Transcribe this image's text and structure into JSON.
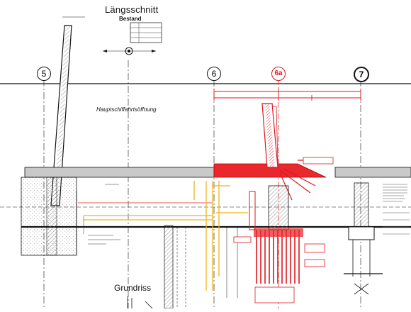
{
  "drawing": {
    "title": "Längsschnitt",
    "subtitle": "Bestand",
    "bottom_title": "Grundriss",
    "span_label": "Hauptschiffahrtsöffnung",
    "axes": [
      {
        "label": "5",
        "style": "normal"
      },
      {
        "label": "6",
        "style": "normal"
      },
      {
        "label": "6a",
        "style": "red"
      },
      {
        "label": "7",
        "style": "bold"
      }
    ]
  },
  "colors": {
    "ink": "#111111",
    "accent_red": "#e0161b",
    "accent_yellow": "#f2b31a",
    "hatch_gray": "#9a9a9a"
  }
}
